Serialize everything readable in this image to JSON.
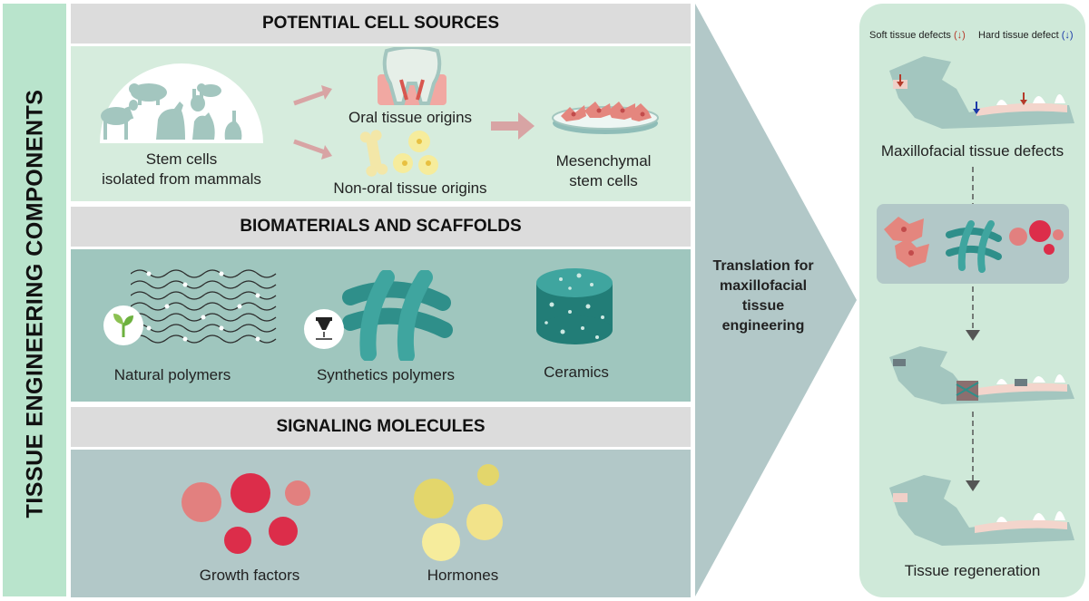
{
  "side_title": "TISSUE ENGINEERING COMPONENTS",
  "sections": {
    "cells": {
      "title": "POTENTIAL CELL SOURCES",
      "stem_cells_line1": "Stem cells",
      "stem_cells_line2": "isolated from mammals",
      "oral": "Oral tissue origins",
      "non_oral": "Non-oral tissue origins",
      "msc_line1": "Mesenchymal",
      "msc_line2": "stem cells"
    },
    "biomaterials": {
      "title": "BIOMATERIALS AND SCAFFOLDS",
      "natural": "Natural polymers",
      "synthetic": "Synthetics polymers",
      "ceramics": "Ceramics"
    },
    "signaling": {
      "title": "SIGNALING MOLECULES",
      "growth": "Growth factors",
      "hormones": "Hormones"
    }
  },
  "translation": {
    "line1": "Translation for",
    "line2": "maxillofacial",
    "line3": "tissue",
    "line4": "engineering"
  },
  "right_panel": {
    "legend_soft": "Soft tissue defects",
    "legend_hard": "Hard tissue defect",
    "defects_label": "Maxillofacial tissue defects",
    "regeneration_label": "Tissue regeneration"
  },
  "colors": {
    "sidebar": "#b9e4cc",
    "cells_panel": "#d6ecdd",
    "biomaterials_panel": "#9fc6be",
    "signaling_panel": "#b2c8c8",
    "arrow": "#b2c8c8",
    "right_panel": "#cfe9d9",
    "bone": "#a3c6bf",
    "red_dot": "#dc2d4a",
    "salmon_dot": "#e2807f",
    "yellow_dot": "#f2e38a"
  }
}
